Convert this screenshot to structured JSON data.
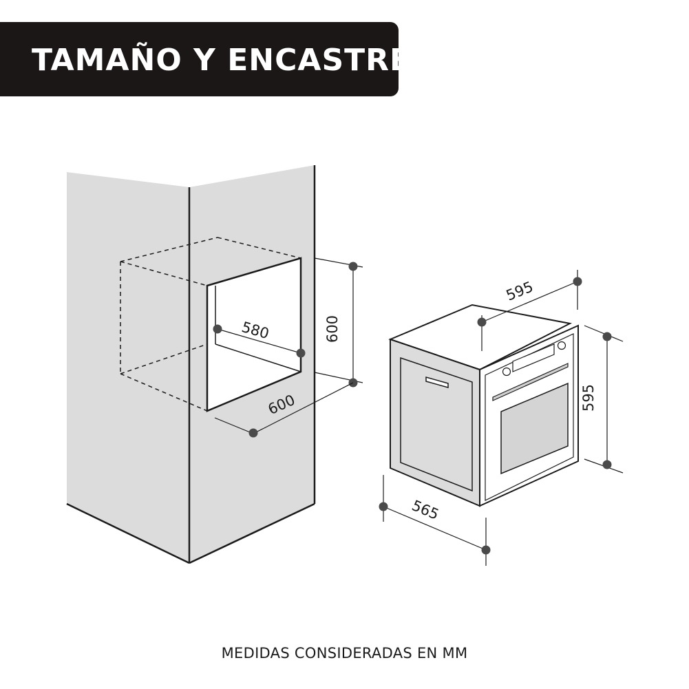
{
  "header": {
    "title": "TAMAÑO Y ENCASTRE"
  },
  "cabinet": {
    "niche_width": "580",
    "niche_height": "600",
    "niche_depth": "600"
  },
  "oven": {
    "width": "595",
    "height": "595",
    "depth": "565"
  },
  "footer": {
    "note": "MEDIDAS CONSIDERADAS EN MM"
  },
  "colors": {
    "banner": "#1a1716",
    "cabinet_fill": "#dcdcdc",
    "line": "#1a1a1a",
    "dimension_dot": "#4a4a4a"
  }
}
